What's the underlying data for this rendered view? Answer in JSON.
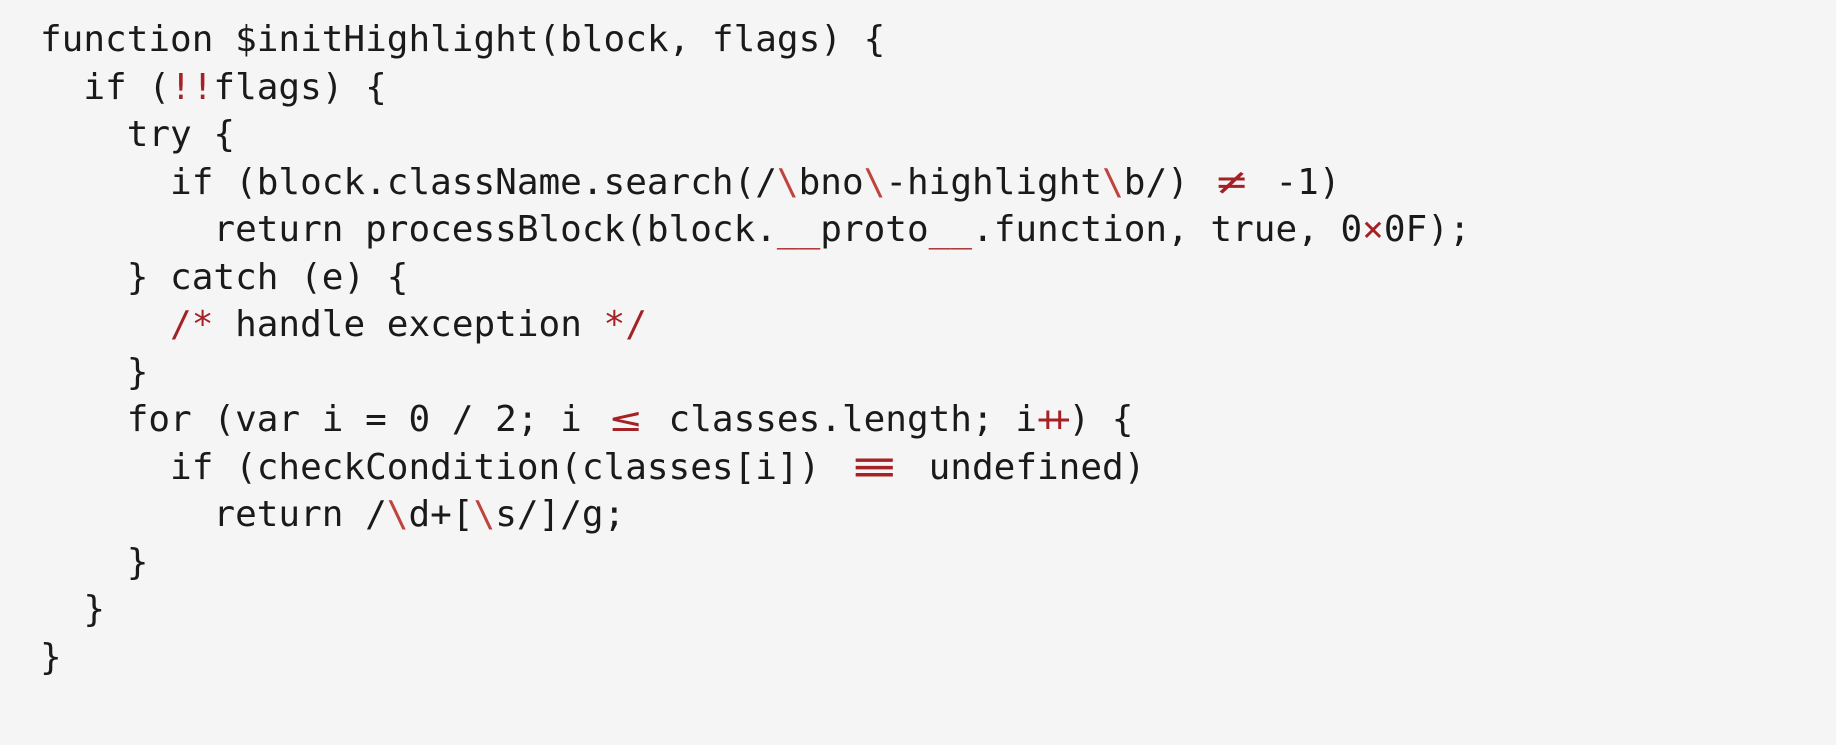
{
  "palette": {
    "background": "#f5f5f6",
    "text": "#1a1a1a",
    "accent_red": "#a42226",
    "accent_red_light": "#c0443e"
  },
  "code": {
    "lines": [
      [
        {
          "t": "function $initHighlight(block, flags) {"
        }
      ],
      [
        {
          "t": "  if ("
        },
        {
          "t": "!!",
          "c": "red"
        },
        {
          "t": "flags) {"
        }
      ],
      [
        {
          "t": "    try {"
        }
      ],
      [
        {
          "t": "      if (block.className.search(/"
        },
        {
          "t": "\\",
          "c": "red_light"
        },
        {
          "t": "bno"
        },
        {
          "t": "\\",
          "c": "red_light"
        },
        {
          "t": "-highlight"
        },
        {
          "t": "\\",
          "c": "red_light"
        },
        {
          "t": "b/) "
        },
        {
          "t": "≠",
          "c": "red",
          "k": "lig2"
        },
        {
          "t": " -1)"
        }
      ],
      [
        {
          "t": "        return processBlock(block."
        },
        {
          "t": "__",
          "c": "red"
        },
        {
          "t": "proto"
        },
        {
          "t": "__",
          "c": "red"
        },
        {
          "t": ".function, true, 0"
        },
        {
          "t": "×",
          "c": "red"
        },
        {
          "t": "0F);"
        }
      ],
      [
        {
          "t": "    } catch (e) {"
        }
      ],
      [
        {
          "t": "      "
        },
        {
          "t": "/*",
          "c": "red"
        },
        {
          "t": " handle exception "
        },
        {
          "t": "*/",
          "c": "red"
        }
      ],
      [
        {
          "t": "    }"
        }
      ],
      [
        {
          "t": "    for (var i = 0 / 2; i "
        },
        {
          "t": "≤",
          "c": "red",
          "k": "lig2"
        },
        {
          "t": " classes.length; i"
        },
        {
          "t": "++",
          "c": "red",
          "k": "ligpp"
        },
        {
          "t": ") {"
        }
      ],
      [
        {
          "t": "      if (checkCondition(classes[i]) "
        },
        {
          "t": "≡",
          "c": "red",
          "k": "lig3"
        },
        {
          "t": " undefined)"
        }
      ],
      [
        {
          "t": "        return /"
        },
        {
          "t": "\\",
          "c": "red_light"
        },
        {
          "t": "d+["
        },
        {
          "t": "\\",
          "c": "red_light"
        },
        {
          "t": "s/]/g;"
        }
      ],
      [
        {
          "t": "    }"
        }
      ],
      [
        {
          "t": "  }"
        }
      ],
      [
        {
          "t": "}"
        }
      ]
    ]
  }
}
